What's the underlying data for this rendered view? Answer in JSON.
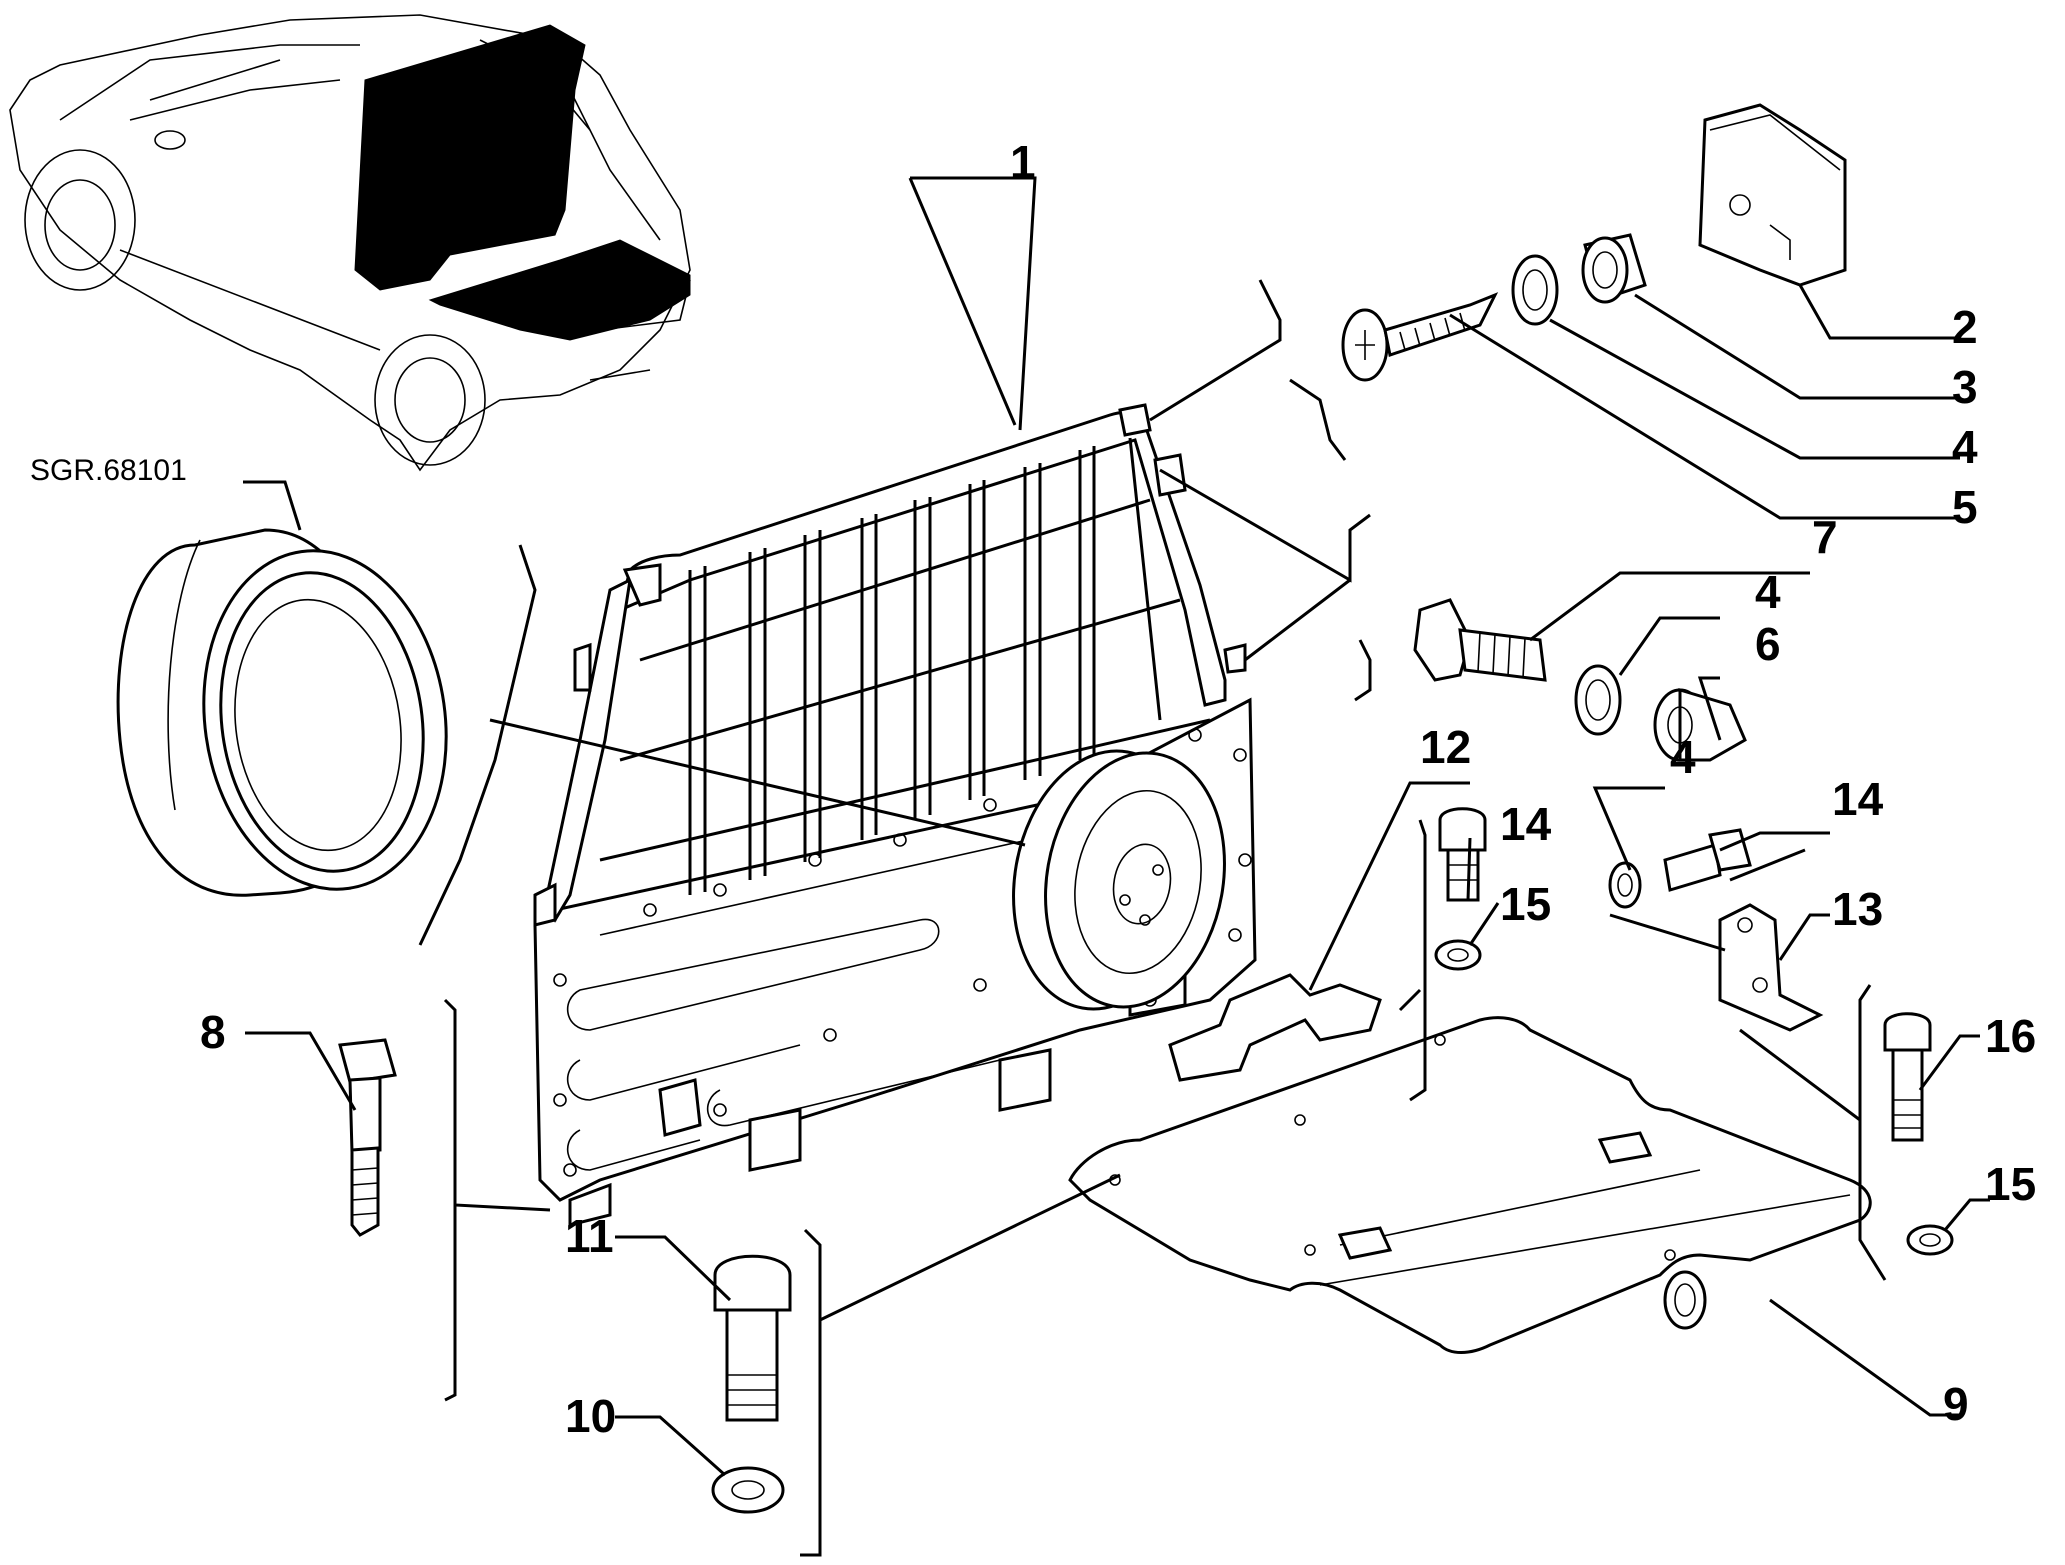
{
  "diagram": {
    "reference_code": "SGR.68101",
    "callouts": [
      "1",
      "2",
      "3",
      "4",
      "5",
      "4",
      "7",
      "6",
      "12",
      "4",
      "14",
      "14",
      "13",
      "15",
      "8",
      "16",
      "15",
      "11",
      "10",
      "9"
    ]
  }
}
